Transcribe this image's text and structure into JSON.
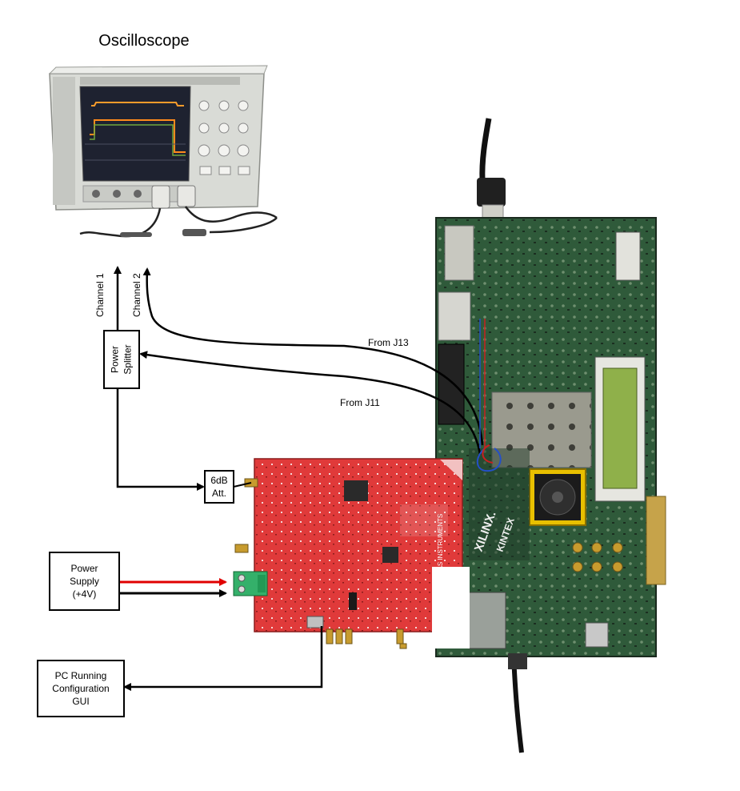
{
  "title": "Oscilloscope",
  "labels": {
    "channel1": "Channel 1",
    "channel2": "Channel 2",
    "from_j13": "From J13",
    "from_j11": "From J11"
  },
  "boxes": {
    "power_splitter": "Power\nSplitter",
    "attenuator": "6dB\nAtt.",
    "power_supply": "Power\nSupply\n(+4V)",
    "pc_gui": "PC Running\nConfiguration\nGUI"
  },
  "board_text": {
    "xilinx": "XILINX.",
    "kintex": "KINTEX",
    "ti": "TEXAS INSTRUMENTS"
  },
  "colors": {
    "eval_board": "#e03a3a",
    "fpga_board": "#2f5a3a",
    "power_positive": "#e00000"
  }
}
